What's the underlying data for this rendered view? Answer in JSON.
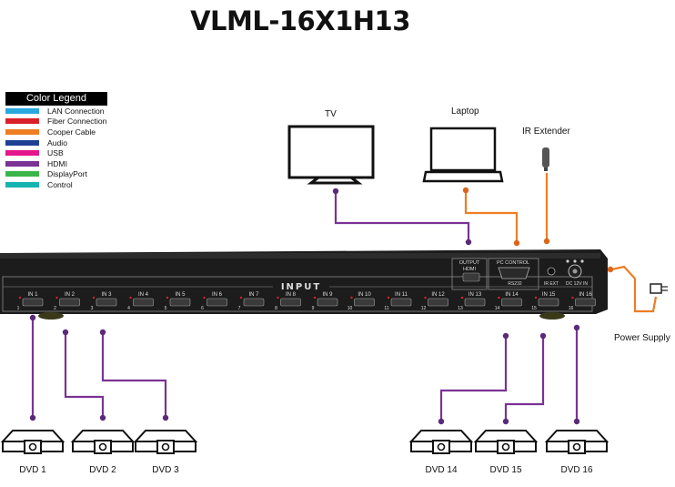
{
  "title": "VLML-16X1H13",
  "legend": {
    "title": "Color Legend",
    "items": [
      {
        "label": "LAN Connection",
        "color": "#29a8e0"
      },
      {
        "label": "Fiber Connection",
        "color": "#d9202a"
      },
      {
        "label": "Cooper Cable",
        "color": "#ef7d22"
      },
      {
        "label": "Audio",
        "color": "#1f3f93"
      },
      {
        "label": "USB",
        "color": "#e5168c"
      },
      {
        "label": "HDMI",
        "color": "#7b3294"
      },
      {
        "label": "DisplayPort",
        "color": "#3bb54a"
      },
      {
        "label": "Control",
        "color": "#17b3b0"
      }
    ]
  },
  "devices": {
    "tv": "TV",
    "laptop": "Laptop",
    "ir_extender": "IR Extender",
    "power_supply": "Power Supply",
    "dvds": [
      "DVD 1",
      "DVD 2",
      "DVD 3",
      "DVD 14",
      "DVD 15",
      "DVD 16"
    ]
  },
  "panel": {
    "input_label": "INPUT",
    "inputs": [
      "IN 1",
      "IN 2",
      "IN 3",
      "IN 4",
      "IN 5",
      "IN 6",
      "IN 7",
      "IN 8",
      "IN 9",
      "IN 10",
      "IN 11",
      "IN 12",
      "IN 13",
      "IN 14",
      "IN 15",
      "IN 16"
    ],
    "port_numbers": [
      "1",
      "2",
      "3",
      "4",
      "5",
      "6",
      "7",
      "8",
      "9",
      "10",
      "11",
      "12",
      "13",
      "14",
      "15",
      "16"
    ],
    "output_label": "OUTPUT",
    "output_port": "HDMI",
    "pc_control": "PC CONTROL",
    "rs232": "RS232",
    "irext": "IR EXT",
    "dc": "DC 12V IN"
  }
}
